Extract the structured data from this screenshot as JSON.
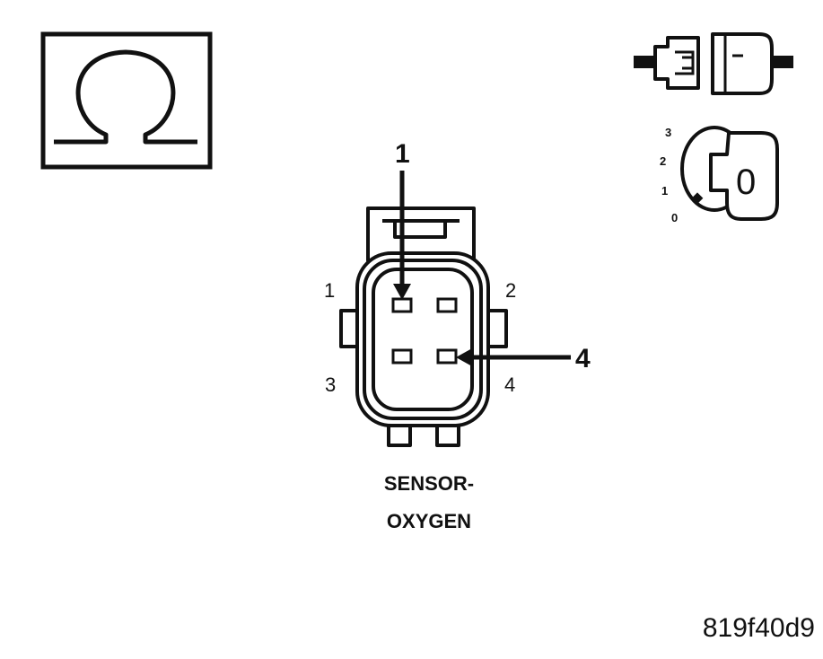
{
  "callouts": {
    "top": "1",
    "right": "4"
  },
  "pin_labels": {
    "p1": "1",
    "p2": "2",
    "p3": "3",
    "p4": "4"
  },
  "ignition_positions": {
    "p0": "0",
    "p1": "1",
    "p2": "2",
    "p3": "3"
  },
  "key_label": "0",
  "caption": {
    "line1": "SENSOR-",
    "line2": "OXYGEN"
  },
  "figure_code": "819f40d9",
  "icons": {
    "ohmmeter": "omega-icon",
    "connector": "disconnected-connector-icon",
    "ignition": "ignition-key-off-icon"
  },
  "colors": {
    "ink": "#111111",
    "background": "#ffffff"
  }
}
